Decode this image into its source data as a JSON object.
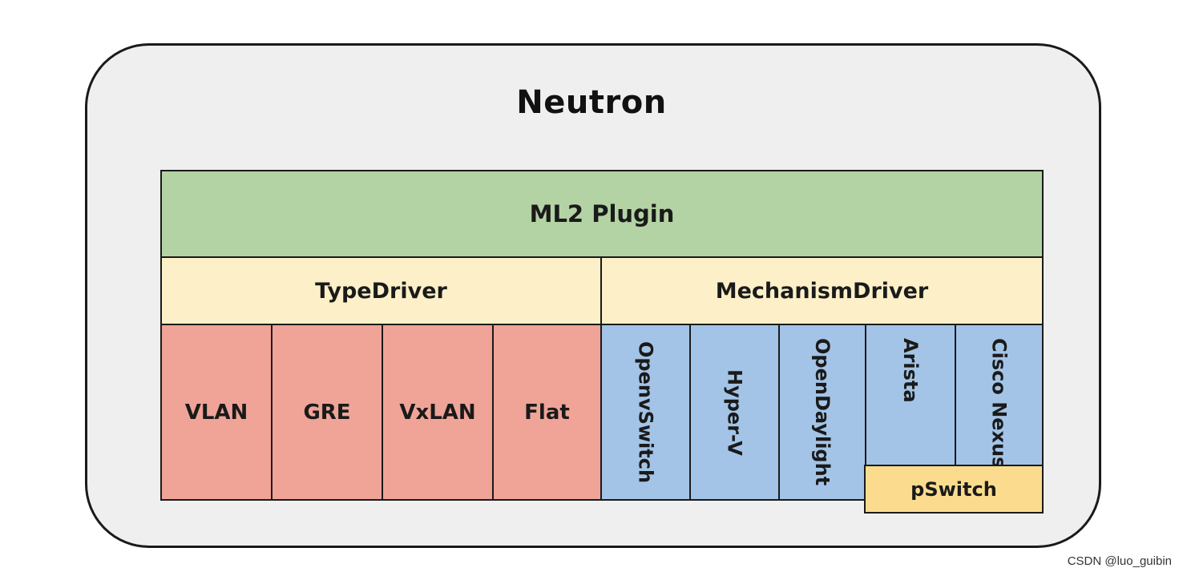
{
  "diagram": {
    "title": "Neutron",
    "plugin": "ML2 Plugin",
    "type_driver": {
      "label": "TypeDriver",
      "items": [
        "VLAN",
        "GRE",
        "VxLAN",
        "Flat"
      ]
    },
    "mechanism_driver": {
      "label": "MechanismDriver",
      "items": [
        "OpenvSwitch",
        "Hyper-V",
        "OpenDaylight",
        "Arista",
        "Cisco Nexus"
      ]
    },
    "pswitch": "pSwitch"
  },
  "watermark": "CSDN @luo_guibin",
  "colors": {
    "plugin": "#b3d3a4",
    "driver_header": "#fdf0c8",
    "type_driver_item": "#efa497",
    "mechanism_driver_item": "#a3c4e7",
    "pswitch": "#fbdc8f",
    "background": "#efefef"
  }
}
